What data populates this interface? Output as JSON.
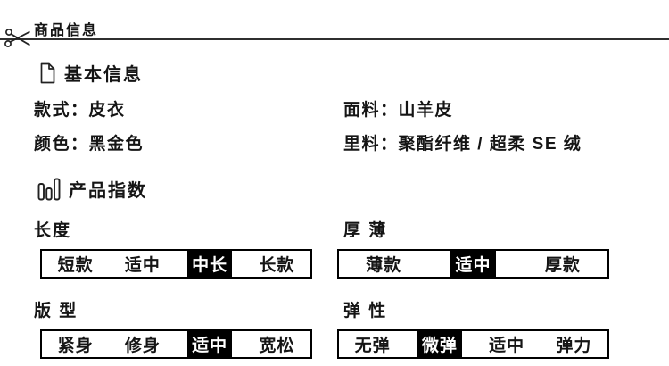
{
  "page": {
    "background": "#ffffff",
    "text_color": "#151515",
    "highlight_bg": "#000000",
    "highlight_text": "#ffffff"
  },
  "header": {
    "title": "商品信息",
    "icon": "scissors-icon"
  },
  "basic_info": {
    "section_title": "基本信息",
    "icon": "document-icon",
    "separator": "：",
    "fields": [
      {
        "label": "款式",
        "value": "皮衣"
      },
      {
        "label": "面料",
        "value": "山羊皮"
      },
      {
        "label": "颜色",
        "value": "黑金色"
      },
      {
        "label": "里料",
        "value": "聚酯纤维 / 超柔 SE 绒"
      }
    ]
  },
  "product_index": {
    "section_title": "产品指数",
    "icon": "bar-chart-icon",
    "rows": [
      {
        "label": "长度",
        "options": [
          "短款",
          "适中",
          "中长",
          "长款"
        ],
        "selected": "中长",
        "selected_index": 2
      },
      {
        "label": "厚 薄",
        "options": [
          "薄款",
          "适中",
          "厚款"
        ],
        "selected": "适中",
        "selected_index": 1
      },
      {
        "label": "版 型",
        "options": [
          "紧身",
          "修身",
          "适中",
          "宽松"
        ],
        "selected": "适中",
        "selected_index": 2
      },
      {
        "label": "弹 性",
        "options": [
          "无弹",
          "微弹",
          "适中",
          "弹力"
        ],
        "selected": "微弹",
        "selected_index": 1
      }
    ]
  }
}
